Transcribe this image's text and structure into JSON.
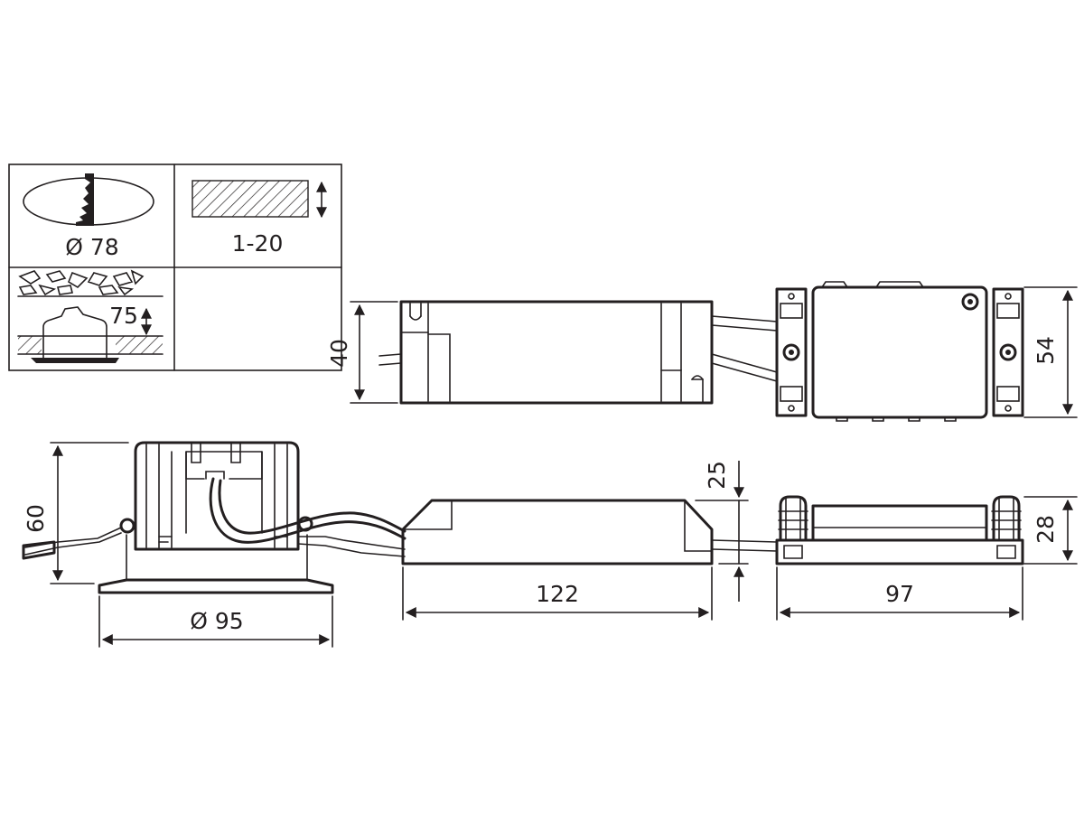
{
  "legend": {
    "cutout_diameter": "Ø 78",
    "ceiling_thickness": "1-20",
    "insulation_clearance": "75"
  },
  "dimensions": {
    "driver_height": "40",
    "junction_box_height": "54",
    "luminaire_height": "60",
    "driver_thickness": "25",
    "junction_box_thickness": "28",
    "luminaire_diameter": "Ø 95",
    "driver_length": "122",
    "junction_box_length": "97"
  }
}
